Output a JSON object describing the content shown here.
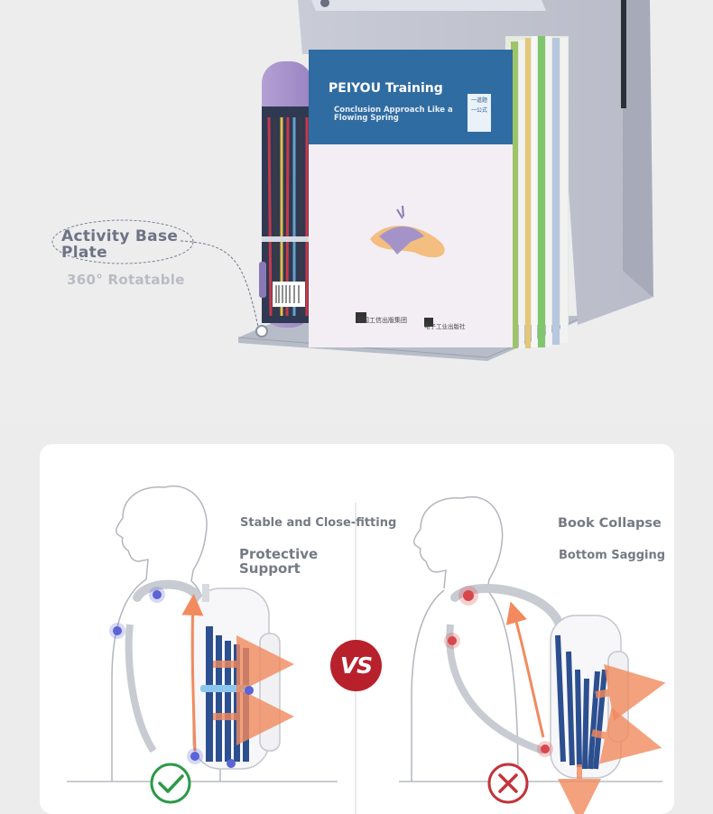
{
  "hero": {
    "callout_title": "Activity Base Plate",
    "callout_subtitle": "360° Rotatable",
    "book": {
      "title": "PEIYOU Training",
      "subtitle": "Conclusion Approach Like a Flowing Spring",
      "badge": "一道题 一公式",
      "publisher_left": "中国工信出版集团",
      "publisher_right": "电子工业出版社"
    }
  },
  "comparison": {
    "good": {
      "line1": "Stable and Close-fitting",
      "line2": "Protective Support",
      "icon": "check-circle-icon",
      "color": "#2d9a4a"
    },
    "bad": {
      "line1": "Book Collapse",
      "line2": "Bottom Sagging",
      "icon": "x-circle-icon",
      "color": "#c2343b"
    },
    "vs_label": "VS",
    "colors": {
      "arrow": "#f28a5e",
      "book": "#2c4f8f",
      "highlight_good": "#5b63d6",
      "highlight_bad": "#d9474b",
      "shelf_bar": "#8cc6ef"
    }
  }
}
